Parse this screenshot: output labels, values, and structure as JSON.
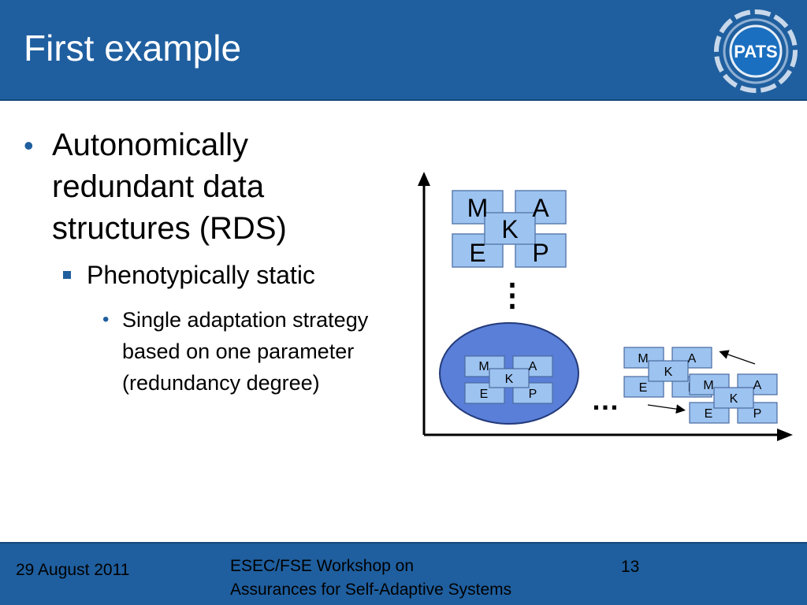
{
  "slide": {
    "title": "First example",
    "logo_text": "PATS"
  },
  "bullets": {
    "level1": "Autonomically redundant data structures (RDS)",
    "level2": "Phenotypically static",
    "level3": "Single adaptation strategy based on one parameter (redundancy degree)"
  },
  "diagram": {
    "top_block": {
      "m": "M",
      "a": "A",
      "k": "K",
      "e": "E",
      "p": "P"
    },
    "ellipse_block": {
      "m": "M",
      "a": "A",
      "k": "K",
      "e": "E",
      "p": "P"
    },
    "right_block_1": {
      "m": "M",
      "a": "A",
      "k": "K",
      "e": "E",
      "p": "P"
    },
    "right_block_2": {
      "m": "M",
      "a": "A",
      "k": "K",
      "e": "E",
      "p": "P"
    },
    "vertical_ellipsis": "⋮",
    "horizontal_ellipsis": "…"
  },
  "footer": {
    "date": "29 August 2011",
    "conference_line1": "ESEC/FSE Workshop on",
    "conference_line2": "Assurances for Self-Adaptive Systems",
    "page_number": "13"
  },
  "colors": {
    "header_blue": "#1f5f9f",
    "box_blue": "#9dc3f0",
    "ellipse_blue": "#5a7fd8"
  }
}
